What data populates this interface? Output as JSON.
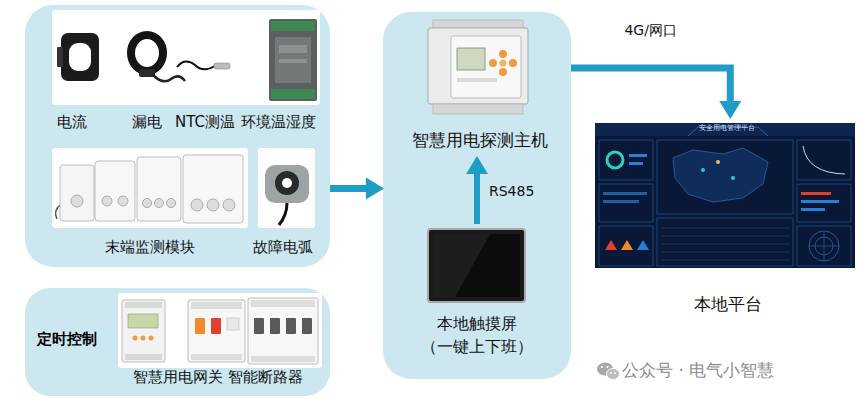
{
  "diagram": {
    "nodes": [
      {
        "text": [
          "电流",
          "漏电",
          "NTC测温",
          "环境温湿度",
          "末端监测模块",
          "故障电弧"
        ]
      },
      {
        "text": [
          "定时控制",
          "智慧用电网关 智能断路器"
        ]
      },
      {
        "text": []
      },
      {
        "text": [
          "智慧用电探测主机"
        ],
        "in": 2
      },
      {
        "text": [
          "本地触摸屏",
          "（一键上下班）"
        ],
        "in": 2
      },
      {
        "text": [
          "本地平台"
        ]
      }
    ],
    "edges": [
      {
        "from": 0,
        "to": 2,
        "arrow": "to"
      },
      {
        "from": 4,
        "to": 3,
        "label": "RS485",
        "arrow": "to"
      },
      {
        "from": 2,
        "to": 5,
        "label": "4G/网口",
        "arrow": "to"
      }
    ],
    "labels": [
      "安全用电管理平台",
      "公众号 · 电气小智慧"
    ]
  }
}
